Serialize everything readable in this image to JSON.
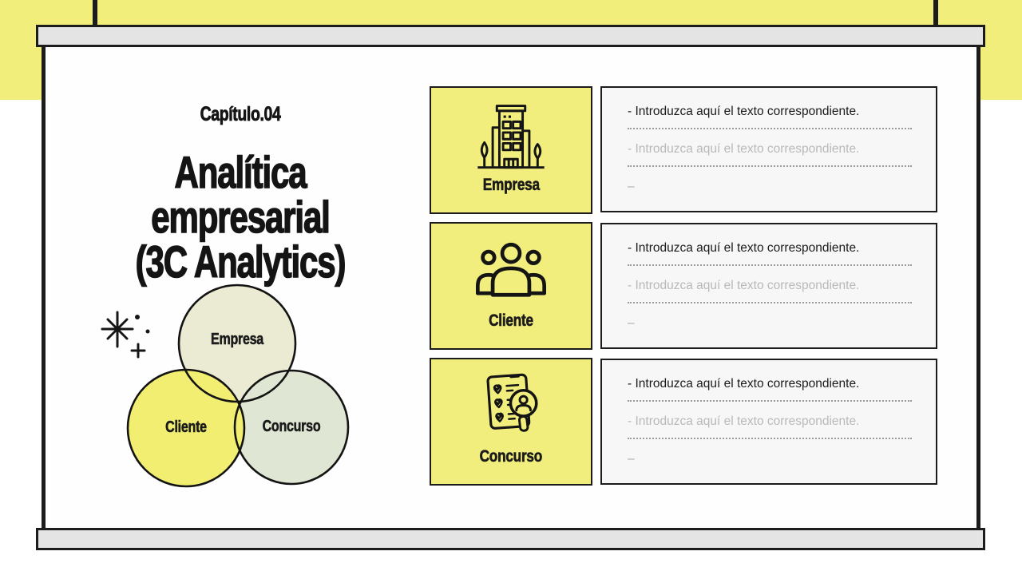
{
  "slide": {
    "chapter_label": "Capítulo.04",
    "title_line1": "Analítica empresarial",
    "title_line2": "(3C Analytics)"
  },
  "colors": {
    "background_yellow": "#f2ee7c",
    "card_yellow": "#f2ee7d",
    "panel_gray": "#f7f7f7",
    "bar_gray": "#e4e4e4",
    "frame_black": "#1c1c1c",
    "venn_cream": "#ebead3",
    "venn_yellow": "#f2ee72",
    "venn_green": "#dfe7d4"
  },
  "venn": {
    "labels": [
      "Empresa",
      "Cliente",
      "Concurso"
    ]
  },
  "rows": [
    {
      "icon": "building-icon",
      "card_label": "Empresa",
      "line1": "- Introduzca aquí el texto correspondiente.",
      "line2": "- Introduzca aquí el texto correspondiente.",
      "line3": "–"
    },
    {
      "icon": "people-icon",
      "card_label": "Cliente",
      "line1": "- Introduzca aquí el texto correspondiente.",
      "line2": "- Introduzca aquí el texto correspondiente.",
      "line3": "–"
    },
    {
      "icon": "checklist-search-icon",
      "card_label": "Concurso",
      "line1": "- Introduzca aquí el texto correspondiente.",
      "line2": "- Introduzca aquí el texto correspondiente.",
      "line3": "–"
    }
  ]
}
